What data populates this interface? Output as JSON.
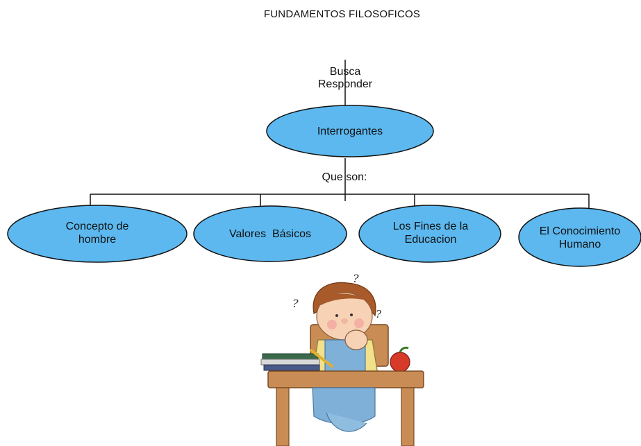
{
  "title": "FUNDAMENTOS FILOSOFICOS",
  "connector_top": {
    "line1": "Busca",
    "line2": "Responder"
  },
  "center_node": "Interrogantes",
  "connector_mid": "Que son:",
  "children": [
    {
      "line1": "Concepto de",
      "line2": "hombre"
    },
    {
      "line1": "Valores  Básicos",
      "line2": ""
    },
    {
      "line1": "Los Fines de la",
      "line2": "Educacion"
    },
    {
      "line1": "El Conocimiento",
      "line2": "Humano"
    }
  ],
  "colors": {
    "node_fill": "#5cb8ef",
    "stroke": "#111111"
  },
  "illustration": "boy-at-desk-thinking-with-question-marks"
}
